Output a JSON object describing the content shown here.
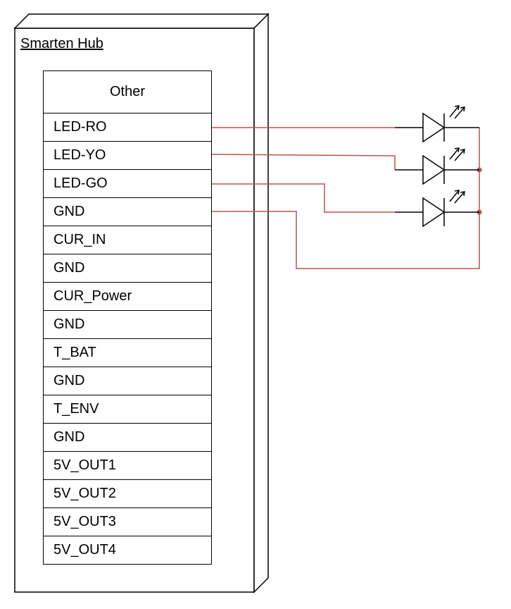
{
  "hub": {
    "title": "Smarten Hub",
    "table_header": "Other",
    "pins": [
      {
        "label": "LED-RO"
      },
      {
        "label": "LED-YO"
      },
      {
        "label": "LED-GO"
      },
      {
        "label": "GND"
      },
      {
        "label": "CUR_IN"
      },
      {
        "label": "GND"
      },
      {
        "label": "CUR_Power"
      },
      {
        "label": "GND"
      },
      {
        "label": "T_BAT"
      },
      {
        "label": "GND"
      },
      {
        "label": "T_ENV"
      },
      {
        "label": "GND"
      },
      {
        "label": "5V_OUT1"
      },
      {
        "label": "5V_OUT2"
      },
      {
        "label": "5V_OUT3"
      },
      {
        "label": "5V_OUT4"
      }
    ]
  },
  "colors": {
    "wire": "#b85450",
    "outline": "#000000"
  }
}
